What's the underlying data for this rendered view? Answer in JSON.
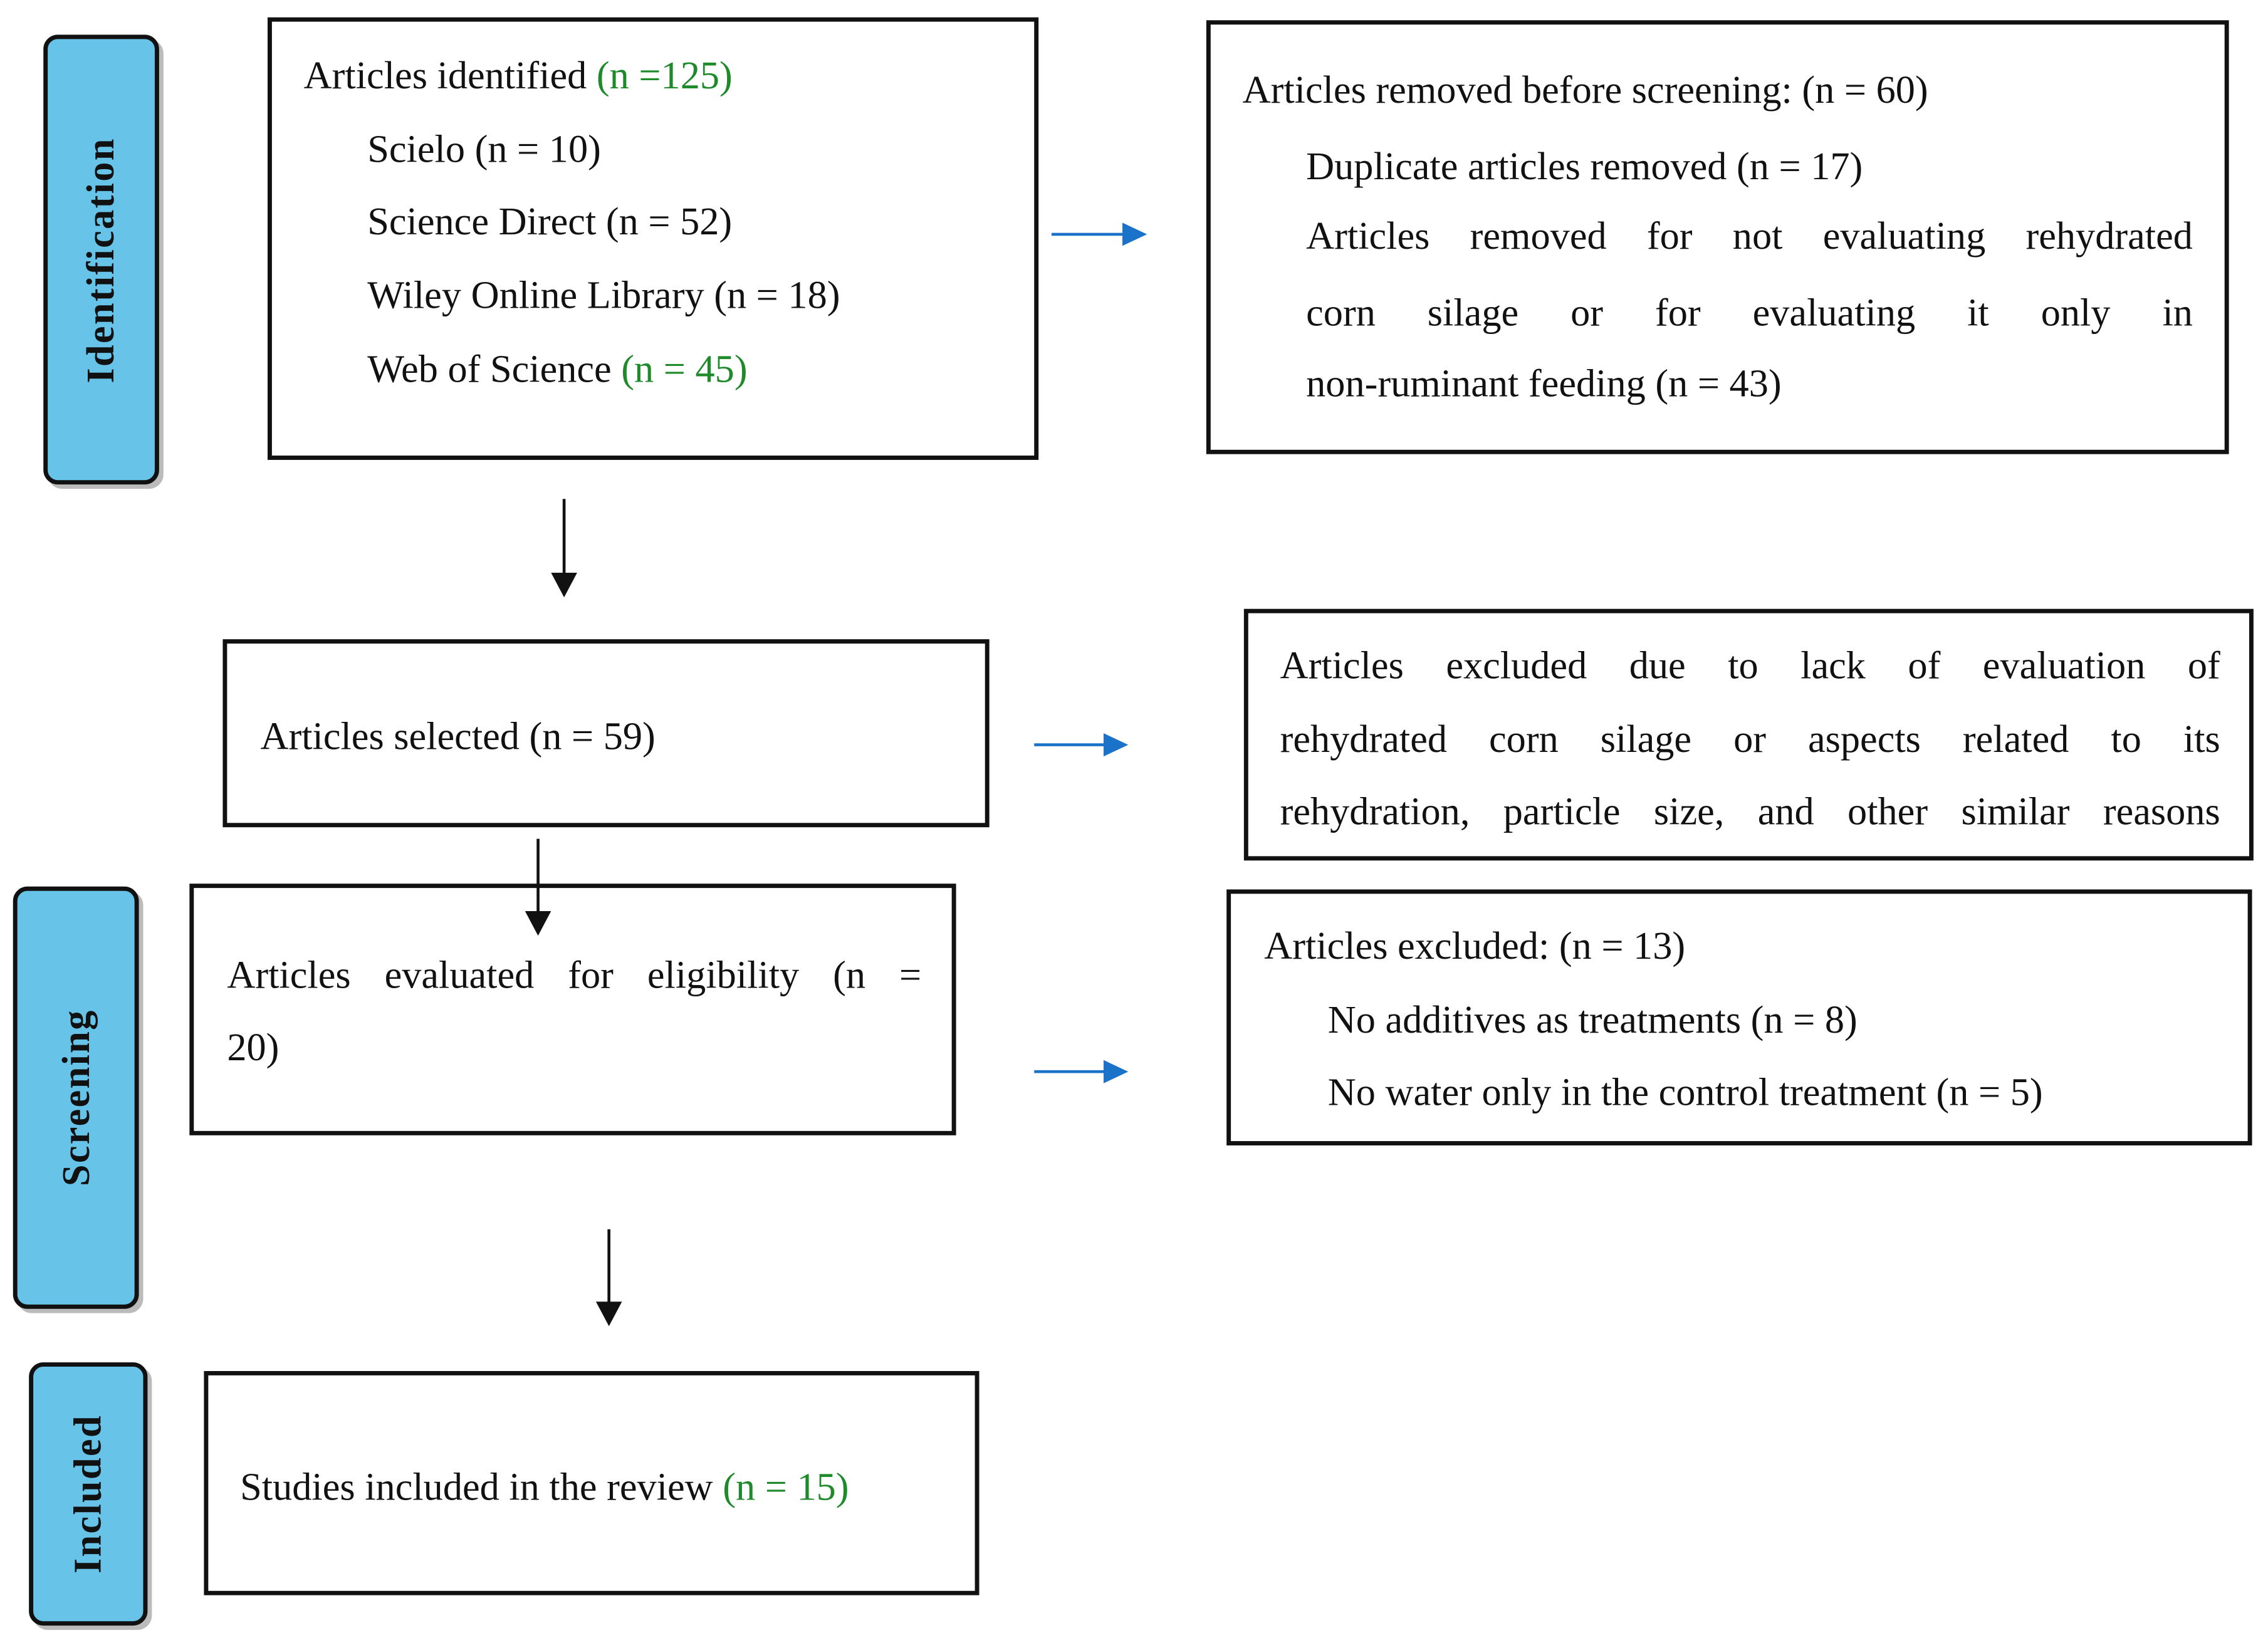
{
  "stages": {
    "identification": "Identification",
    "screening": "Screening",
    "included": "Included"
  },
  "identified": {
    "title": "Articles identified ",
    "title_n": "(n =125)",
    "sources": [
      {
        "text": "Scielo (n = 10)"
      },
      {
        "text": "Science Direct (n = 52)"
      },
      {
        "text": "Wiley Online Library (n = 18)"
      },
      {
        "text": "Web of Science ",
        "n": "(n = 45)"
      }
    ]
  },
  "removed": {
    "title": "Articles removed before screening: (n = 60)",
    "line1": "Duplicate articles removed (n = 17)",
    "line2": "Articles removed for not evaluating rehydrated",
    "line3": "corn silage or for evaluating it only in",
    "line4": "non-ruminant feeding (n = 43)"
  },
  "selected": {
    "text": "Articles selected (n = 59)"
  },
  "excluded_lack": {
    "line1": "Articles excluded due to lack of evaluation of",
    "line2": "rehydrated corn silage or aspects related to its",
    "line3": "rehydration, particle size, and other similar reasons"
  },
  "eligibility": {
    "line1": "Articles evaluated for eligibility (n =",
    "line2": "20)"
  },
  "excluded": {
    "title": "Articles excluded: (n = 13)",
    "line1": "No additives as treatments (n = 8)",
    "line2": "No water only in the control treatment (n = 5)"
  },
  "included": {
    "text": "Studies included in the review ",
    "n": "(n = 15)"
  },
  "colors": {
    "stage_fill": "#67c3e8",
    "side_arrow": "#1a73c9",
    "count_highlight": "#1e8a2a"
  }
}
